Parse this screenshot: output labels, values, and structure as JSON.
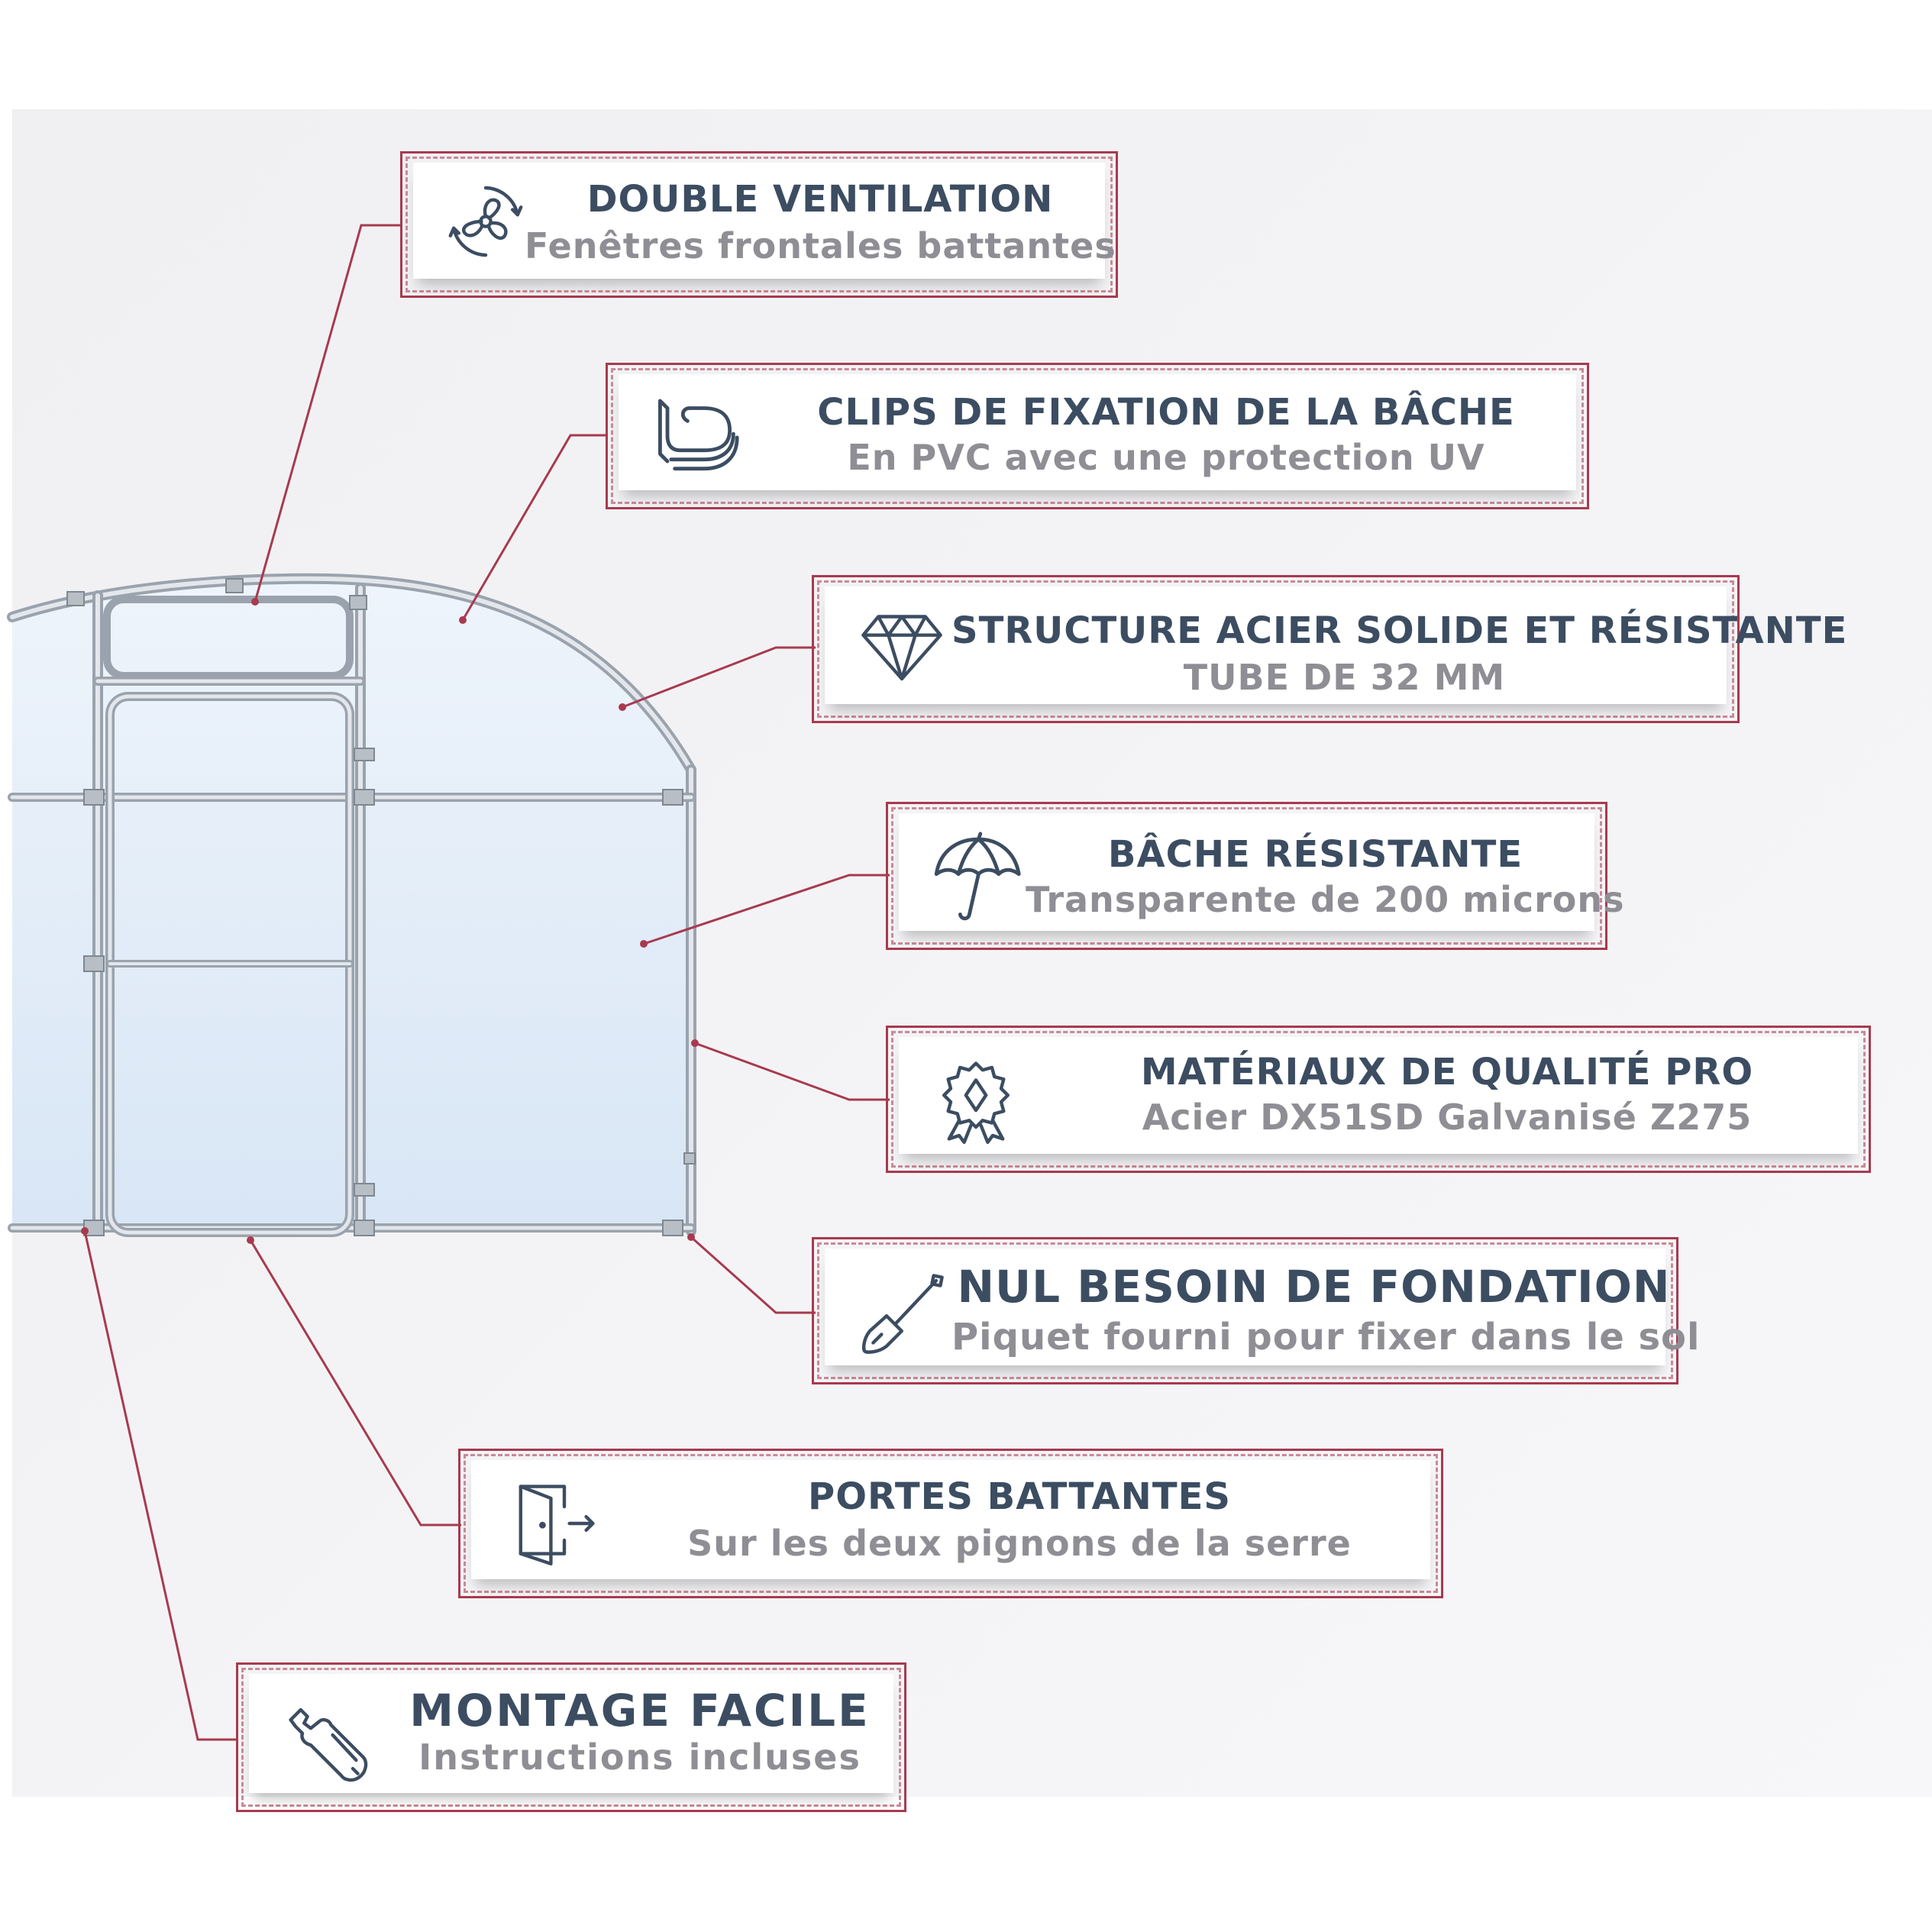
{
  "colors": {
    "accent": "#a83a4f",
    "title": "#3c4d62",
    "subtitle": "#8e8e94",
    "frame": "#9aa3ad",
    "cover": "#dce9f7"
  },
  "callouts": [
    {
      "icon": "fan-icon",
      "title": "DOUBLE VENTILATION",
      "subtitle": "Fenêtres frontales battantes"
    },
    {
      "icon": "clip-icon",
      "title": "CLIPS DE FIXATION DE LA BÂCHE",
      "subtitle": "En PVC avec une protection UV"
    },
    {
      "icon": "diamond-icon",
      "title": "STRUCTURE ACIER SOLIDE ET RÉSISTANTE",
      "subtitle": "TUBE DE 32 MM"
    },
    {
      "icon": "umbrella-icon",
      "title": "BÂCHE RÉSISTANTE",
      "subtitle": "Transparente de 200 microns"
    },
    {
      "icon": "quality-badge-icon",
      "title": "MATÉRIAUX DE QUALITÉ PRO",
      "subtitle": "Acier DX51SD Galvanisé Z275"
    },
    {
      "icon": "shovel-icon",
      "title": "NUL BESOIN DE FONDATION",
      "subtitle": "Piquet fourni pour fixer dans le sol"
    },
    {
      "icon": "door-icon",
      "title": "PORTES BATTANTES",
      "subtitle": "Sur les deux pignons de la serre"
    },
    {
      "icon": "wrench-icon",
      "title": "MONTAGE FACILE",
      "subtitle": "Instructions incluses"
    }
  ]
}
